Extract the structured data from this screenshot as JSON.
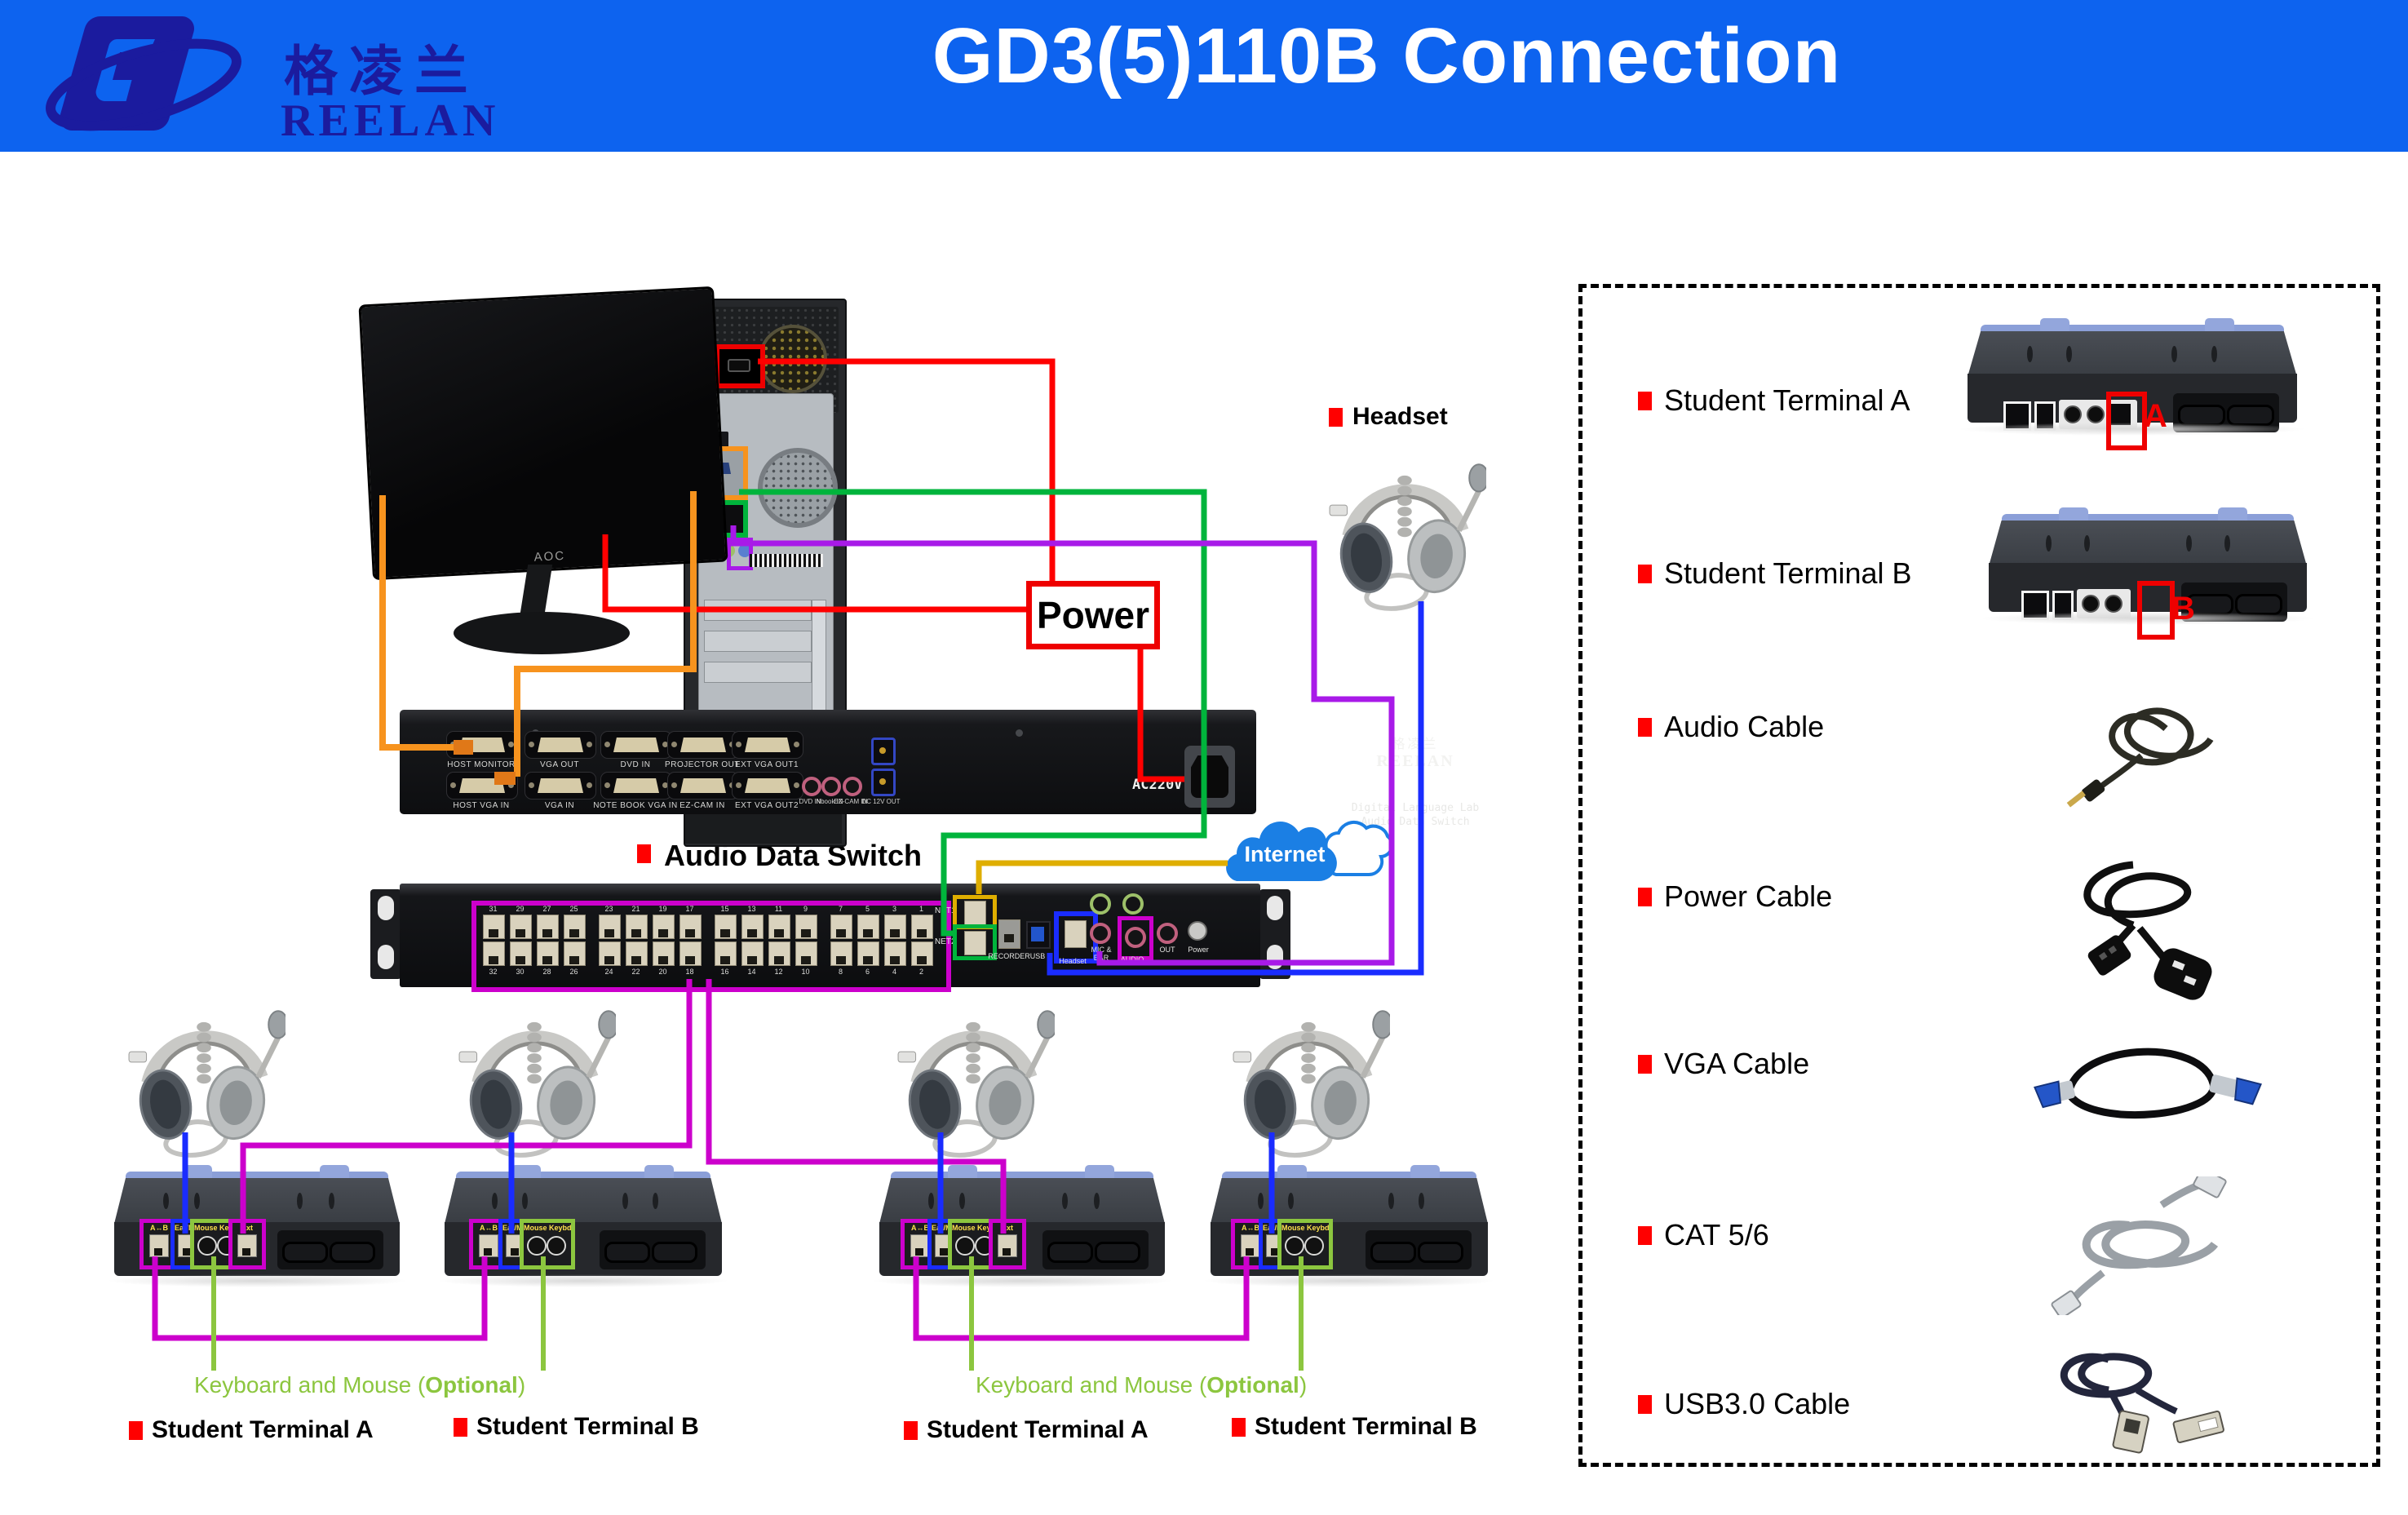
{
  "header": {
    "logo_chinese": "格凌兰",
    "logo_name": "REELAN",
    "title": "GD3(5)110B Connection"
  },
  "callouts": {
    "power": "Power",
    "audio_data_switch": "Audio Data Switch",
    "headset": "Headset",
    "internet": "Internet",
    "keyboard_mouse_prefix": "Keyboard and Mouse (",
    "keyboard_mouse_bold": "Optional",
    "keyboard_mouse_suffix": ")",
    "student_terminal_a": "Student Terminal A",
    "student_terminal_b": "Student Terminal B"
  },
  "monitor": {
    "brand": "AOC"
  },
  "audio_switch_rear": {
    "ports_top": [
      "HOST MONITOR",
      "VGA OUT",
      "DVD IN",
      "PROJECTOR OUT",
      "EXT VGA OUT1"
    ],
    "ports_bottom": [
      "HOST VGA IN",
      "VGA IN",
      "NOTE BOOK VGA IN",
      "EZ-CAM IN",
      "EXT VGA OUT2"
    ],
    "rca_labels": [
      "DVD IN",
      "Nbook IN",
      "EZ-CAM IN"
    ],
    "dc_label": "DC 12V OUT",
    "brand_cn": "格凌兰",
    "brand": "REELAN",
    "desc_line1": "Digital Language Lab",
    "desc_line2": "Audio Data Switch",
    "voltage": "AC220V"
  },
  "network_switch": {
    "port_numbers_top": [
      "31",
      "29",
      "27",
      "25",
      "23",
      "21",
      "19",
      "17",
      "15",
      "13",
      "11",
      "9",
      "7",
      "5",
      "3",
      "1"
    ],
    "port_numbers_bottom": [
      "32",
      "30",
      "28",
      "26",
      "24",
      "22",
      "20",
      "18",
      "16",
      "14",
      "12",
      "10",
      "8",
      "6",
      "4",
      "2"
    ],
    "net1": "NET1",
    "net2": "NET2",
    "recorder": "RECORDER",
    "usb": "USB",
    "headset": "Headset",
    "mic_ear": "MIC & EAR",
    "audio": "AUDIO",
    "out": "OUT",
    "power": "Power"
  },
  "terminal_ports": {
    "ab": "A↔B",
    "earmic": "Ear/Mic",
    "mouse_keyboard": "Mouse Keybd",
    "ext": "Ext"
  },
  "side_panel": {
    "items": [
      "Student Terminal A",
      "Student Terminal B",
      "Audio Cable",
      "Power Cable",
      "VGA Cable",
      "CAT 5/6",
      "USB3.0 Cable"
    ],
    "marker_a": "A",
    "marker_b": "B"
  },
  "colors": {
    "header_bg": "#0d63ef",
    "logo_navy": "#1b1b9e",
    "red": "#ff0000",
    "orange": "#f7931e",
    "green": "#00b43c",
    "kb_green": "#8cc63f",
    "magenta": "#cc00cc",
    "violet": "#a81ae8",
    "blue": "#1a2cff",
    "gold": "#dfae00",
    "cloud_blue": "#1b7fe4"
  }
}
